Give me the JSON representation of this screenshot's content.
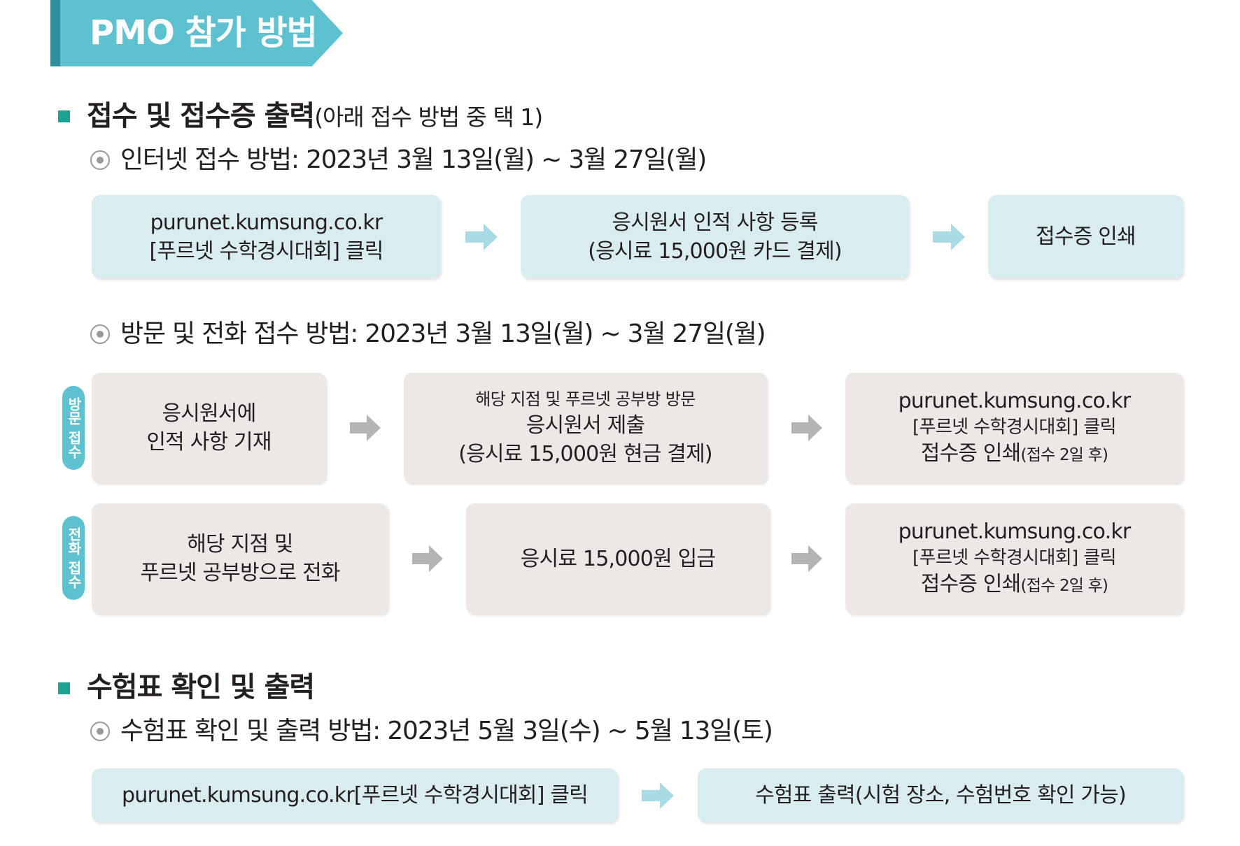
{
  "banner": {
    "title": "PMO 참가 방법"
  },
  "section1": {
    "title": "접수 및 접수증 출력",
    "note": "(아래 접수 방법 중 택 1)",
    "internet": {
      "label": "인터넷 접수 방법: 2023년 3월 13일(월) ~ 3월 27일(월)",
      "steps": [
        {
          "line1": "purunet.kumsung.co.kr",
          "line2": "[푸르넷 수학경시대회] 클릭"
        },
        {
          "line1": "응시원서 인적 사항 등록",
          "line2": "(응시료 15,000원 카드 결제)"
        },
        {
          "line1": "접수증 인쇄"
        }
      ]
    },
    "offline": {
      "label": "방문 및 전화 접수 방법: 2023년 3월 13일(월) ~ 3월 27일(월)",
      "visit": {
        "tag": [
          "방문",
          "접수"
        ],
        "steps": [
          {
            "line1": "응시원서에",
            "line2": "인적 사항 기재"
          },
          {
            "line0": "해당 지점 및 푸르넷 공부방 방문",
            "line1": "응시원서 제출",
            "line2": "(응시료 15,000원 현금 결제)"
          },
          {
            "line1": "purunet.kumsung.co.kr",
            "line2": "[푸르넷 수학경시대회] 클릭",
            "line3": "접수증 인쇄",
            "line3_small": "(접수 2일 후)"
          }
        ]
      },
      "phone": {
        "tag": [
          "전화",
          "접수"
        ],
        "steps": [
          {
            "line1": "해당 지점 및",
            "line2": "푸르넷 공부방으로 전화"
          },
          {
            "line1": "응시료 15,000원 입금"
          },
          {
            "line1": "purunet.kumsung.co.kr",
            "line2": "[푸르넷 수학경시대회] 클릭",
            "line3": "접수증 인쇄",
            "line3_small": "(접수 2일 후)"
          }
        ]
      }
    }
  },
  "section2": {
    "title": "수험표 확인 및 출력",
    "method": {
      "label": "수험표 확인 및 출력 방법: 2023년 5월 3일(수) ~ 5월 13일(토)",
      "steps": [
        {
          "line1": "purunet.kumsung.co.kr[푸르넷 수학경시대회] 클릭"
        },
        {
          "line1": "수험표 출력(시험 장소, 수험번호 확인 가능)"
        }
      ]
    }
  },
  "colors": {
    "banner": "#5ec1d0",
    "banner_dark": "#2f8f9d",
    "bullet": "#1aa292",
    "box_blue": "#d9ecf0",
    "box_grey": "#ece8e5",
    "arrow_blue": "#a8dbe4",
    "arrow_grey": "#b3b5b4"
  }
}
